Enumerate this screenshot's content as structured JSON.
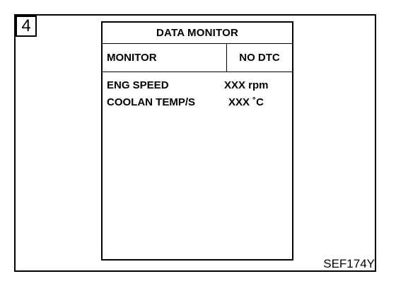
{
  "step_number": "4",
  "screen": {
    "title": "DATA MONITOR",
    "header": {
      "monitor_label": "MONITOR",
      "status": "NO DTC"
    },
    "rows": [
      {
        "label": "ENG SPEED",
        "value": "XXX rpm"
      },
      {
        "label": "COOLAN TEMP/S",
        "value": "XXX ˚C"
      }
    ]
  },
  "figure_code": "SEF174Y"
}
